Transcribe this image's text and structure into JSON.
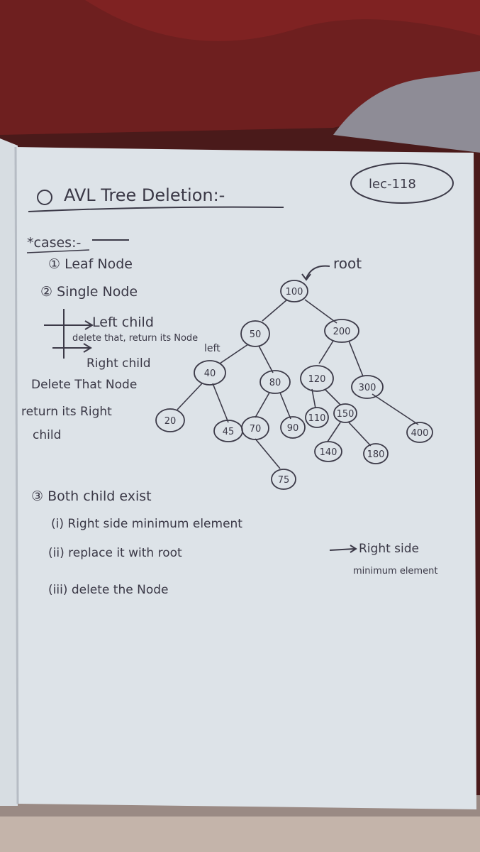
{
  "note": {
    "lecture_tag": "lec-118",
    "title": "AVL Tree Deletion:-",
    "cases_heading": "*cases:-",
    "case1": "① Leaf Node",
    "case2": "② Single Node",
    "left_child": "Left child",
    "left_child_note": "delete that, return its Node",
    "left_label": "left",
    "right_child": "Right child",
    "delete_that_node": "Delete That Node",
    "return_right": "return its Right",
    "child": "child",
    "case3": "③ Both child exist",
    "step1": "(i) Right side minimum element",
    "step2": "(ii) replace it with root",
    "step2_arrow": "Right side",
    "step2_note": "minimum element",
    "step3": "(iii) delete the Node"
  },
  "tree": {
    "root_label": "root",
    "nodes": [
      "100",
      "50",
      "200",
      "40",
      "80",
      "120",
      "300",
      "20",
      "45",
      "70",
      "90",
      "110",
      "150",
      "400",
      "75",
      "140",
      "180"
    ]
  }
}
